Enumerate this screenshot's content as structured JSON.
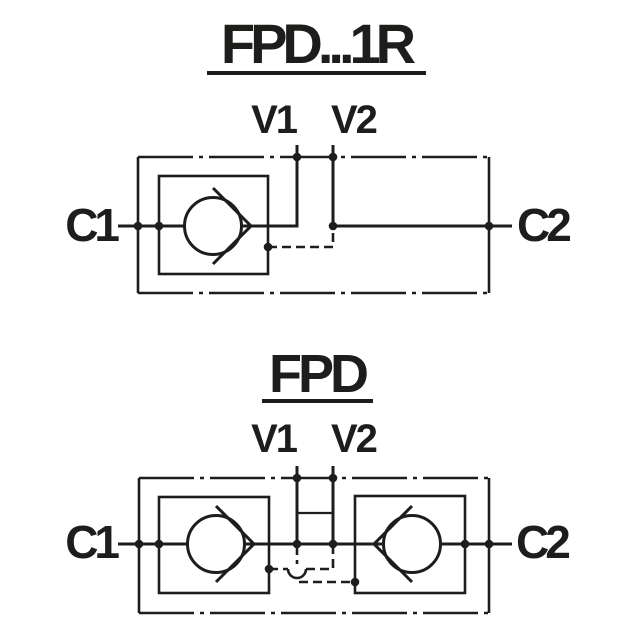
{
  "colors": {
    "background": "#ffffff",
    "ink": "#1d1d1b"
  },
  "diagrams": {
    "top": {
      "title": "FPD...1R",
      "port_v1": "V1",
      "port_v2": "V2",
      "port_c1": "C1",
      "port_c2": "C2"
    },
    "bottom": {
      "title": "FPD",
      "port_v1": "V1",
      "port_v2": "V2",
      "port_c1": "C1",
      "port_c2": "C2"
    }
  }
}
